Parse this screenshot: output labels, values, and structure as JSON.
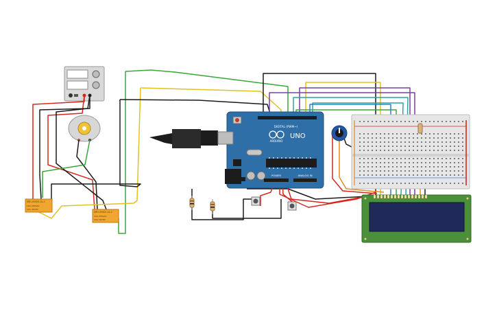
{
  "diagram": {
    "arduino": {
      "brand_text": "UNO",
      "logo_text": "ARDUINO",
      "digital_header": "DIGITAL (PWM~)",
      "power_header": "POWER",
      "analog_header": "ANALOG IN"
    },
    "relays": [
      {
        "title": "SRD-05VDC-SL-C",
        "line2": "10A 250VAC",
        "line3": "10A 30VDC"
      },
      {
        "title": "SRD-05VDC-SL-C",
        "line2": "10A 250VAC",
        "line3": "10A 30VDC"
      }
    ],
    "colors": {
      "board": "#2f6fa8",
      "breadboard": "#e6e6e6",
      "lcd_body": "#4c8f3b",
      "lcd_screen": "#1f2a5a",
      "relay": "#f1a630",
      "wire_red": "#d8261e",
      "wire_black": "#1a1a1a",
      "wire_green": "#3aa63a",
      "wire_yellow": "#e2c21b",
      "wire_orange": "#e58a1f",
      "wire_purple": "#7b3fa0",
      "wire_blue": "#2d7fd0",
      "wire_teal": "#28a6a0"
    }
  }
}
